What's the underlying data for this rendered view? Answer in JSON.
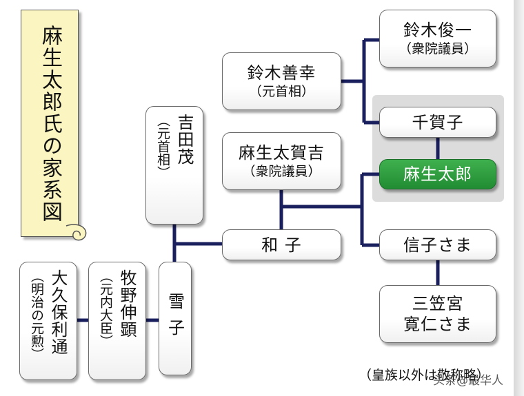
{
  "title": "麻生太郎氏の家系図",
  "people": {
    "suzuki_shunichi": {
      "name": "鈴木俊一",
      "note": "（衆院議員）"
    },
    "suzuki_zenko": {
      "name": "鈴木善幸",
      "note": "（元首相）"
    },
    "chikako": {
      "name": "千賀子"
    },
    "aso_taro": {
      "name": "麻生太郎"
    },
    "aso_takakichi": {
      "name": "麻生太賀吉",
      "note": "（衆院議員）"
    },
    "yoshida_shigeru": {
      "name": "吉田茂",
      "note": "（元首相）"
    },
    "kazuko": {
      "name": "和 子"
    },
    "nobuko": {
      "name": "信子さま"
    },
    "mikasa": {
      "name_line1": "三笠宮",
      "name_line2": "寛仁さま"
    },
    "yukiko": {
      "name": "雪子"
    },
    "makino_nobuaki": {
      "name": "牧野伸顕",
      "note": "（元内大臣）"
    },
    "okubo_toshimichi": {
      "name": "大久保利通",
      "note": "（明治の元勲）"
    }
  },
  "footnote": "（皇族以外は敬称略）",
  "watermark": "头条@最华人",
  "colors": {
    "line": "#1a1f5e",
    "highlight": "#3fb04e",
    "scroll": "#fbf5c2"
  }
}
